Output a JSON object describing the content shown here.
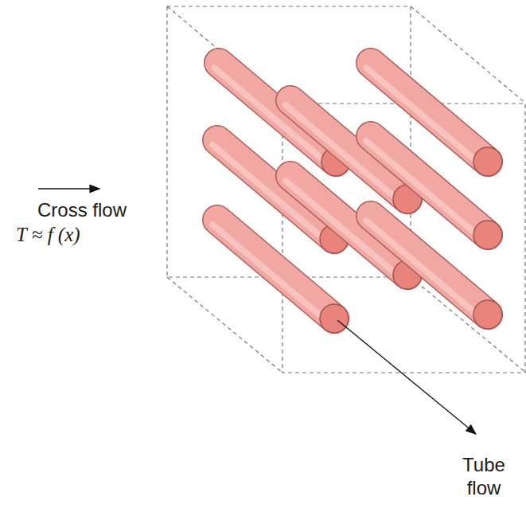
{
  "diagram": {
    "labels": [
      "Cross flow",
      "T ≈ f (x)",
      "Tube flow"
    ]
  }
}
